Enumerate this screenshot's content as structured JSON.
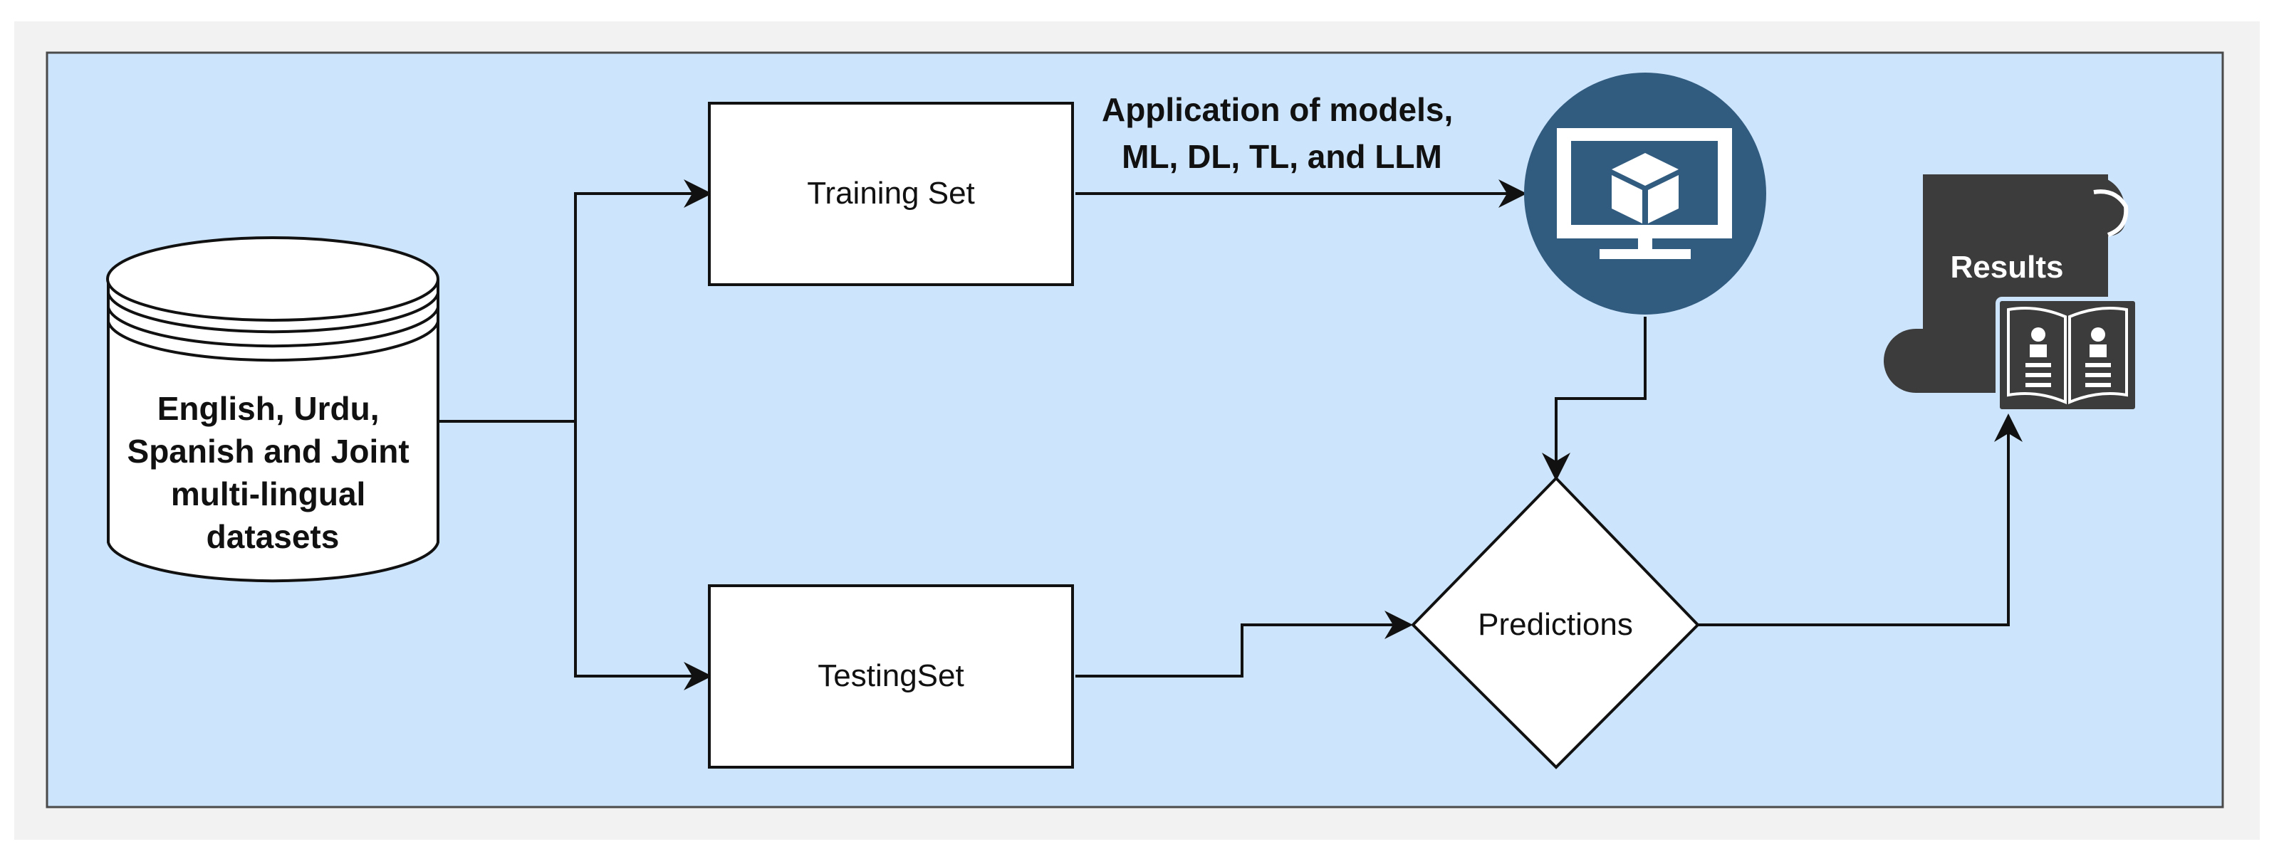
{
  "diagram": {
    "database_lines": [
      "English, Urdu,",
      "Spanish and Joint",
      "multi-lingual",
      "datasets"
    ],
    "training_set": "Training Set",
    "testing_set": "TestingSet",
    "models_lines": [
      "Application of models,",
      "ML, DL, TL, and LLM"
    ],
    "predictions": "Predictions",
    "results": "Results",
    "icons": {
      "database": "database-cylinder-icon",
      "monitor": "monitor-cube-icon",
      "results": "scroll-book-icon"
    },
    "colors": {
      "background_panel": "#cce4fc",
      "monitor_circle": "#315b7f",
      "results_icon": "#3c3c3c",
      "stroke": "#111111"
    }
  }
}
